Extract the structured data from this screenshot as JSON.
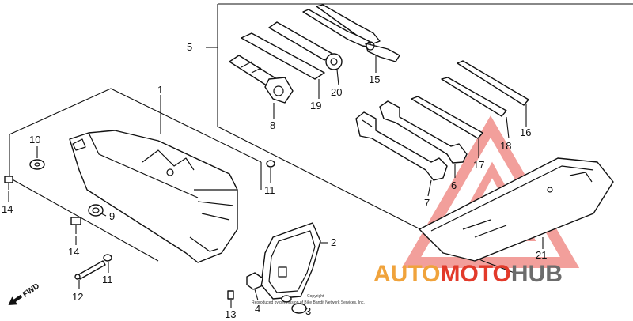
{
  "diagram": {
    "callouts": {
      "c1": "1",
      "c2": "2",
      "c3": "3",
      "c4": "4",
      "c5": "5",
      "c6": "6",
      "c7": "7",
      "c8": "8",
      "c9": "9",
      "c10": "10",
      "c11a": "11",
      "c11b": "11",
      "c12": "12",
      "c13": "13",
      "c14a": "14",
      "c14b": "14",
      "c15": "15",
      "c16": "16",
      "c17": "17",
      "c18": "18",
      "c19": "19",
      "c20": "20",
      "c21": "21"
    },
    "fwd_label": "FWD",
    "copyright_line1": "Copyright",
    "copyright_line2": "Reproduced by permission of Bike Bandit Network Services, Inc."
  },
  "watermark": {
    "part1": "AUTO",
    "part2": "MOTO",
    "part3": "HUB",
    "color_orange": "#f0a33c",
    "color_red": "#e23a2a",
    "color_grey": "#6c6c6c"
  }
}
